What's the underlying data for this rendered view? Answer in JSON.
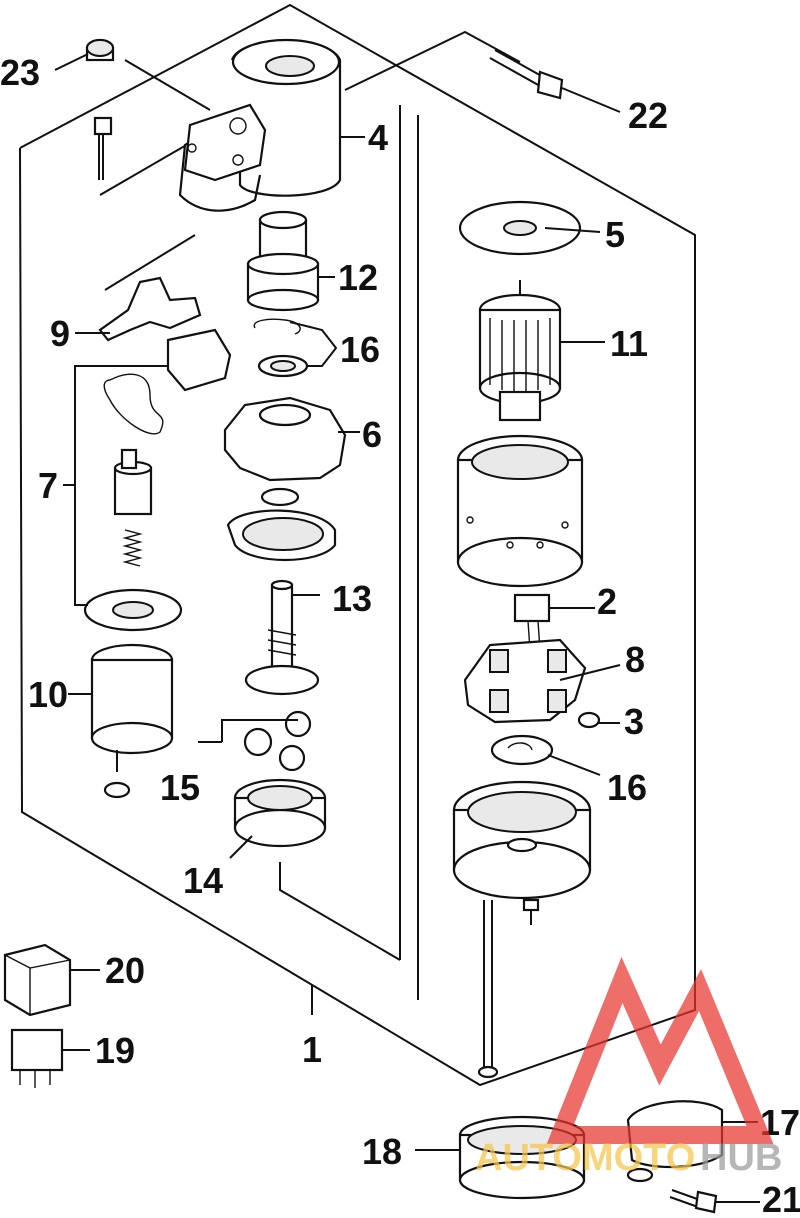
{
  "diagram": {
    "callouts": [
      "1",
      "2",
      "3",
      "4",
      "5",
      "6",
      "7",
      "8",
      "9",
      "10",
      "11",
      "12",
      "13",
      "14",
      "15",
      "16",
      "16",
      "17",
      "18",
      "19",
      "20",
      "21",
      "22",
      "23"
    ]
  },
  "watermark": {
    "text_left": "AUTOMOTO",
    "text_right": "HUB",
    "colors": {
      "triangle": "#e8362f",
      "left_text": "#f6c64a",
      "right_text": "#9a9a9a"
    }
  }
}
